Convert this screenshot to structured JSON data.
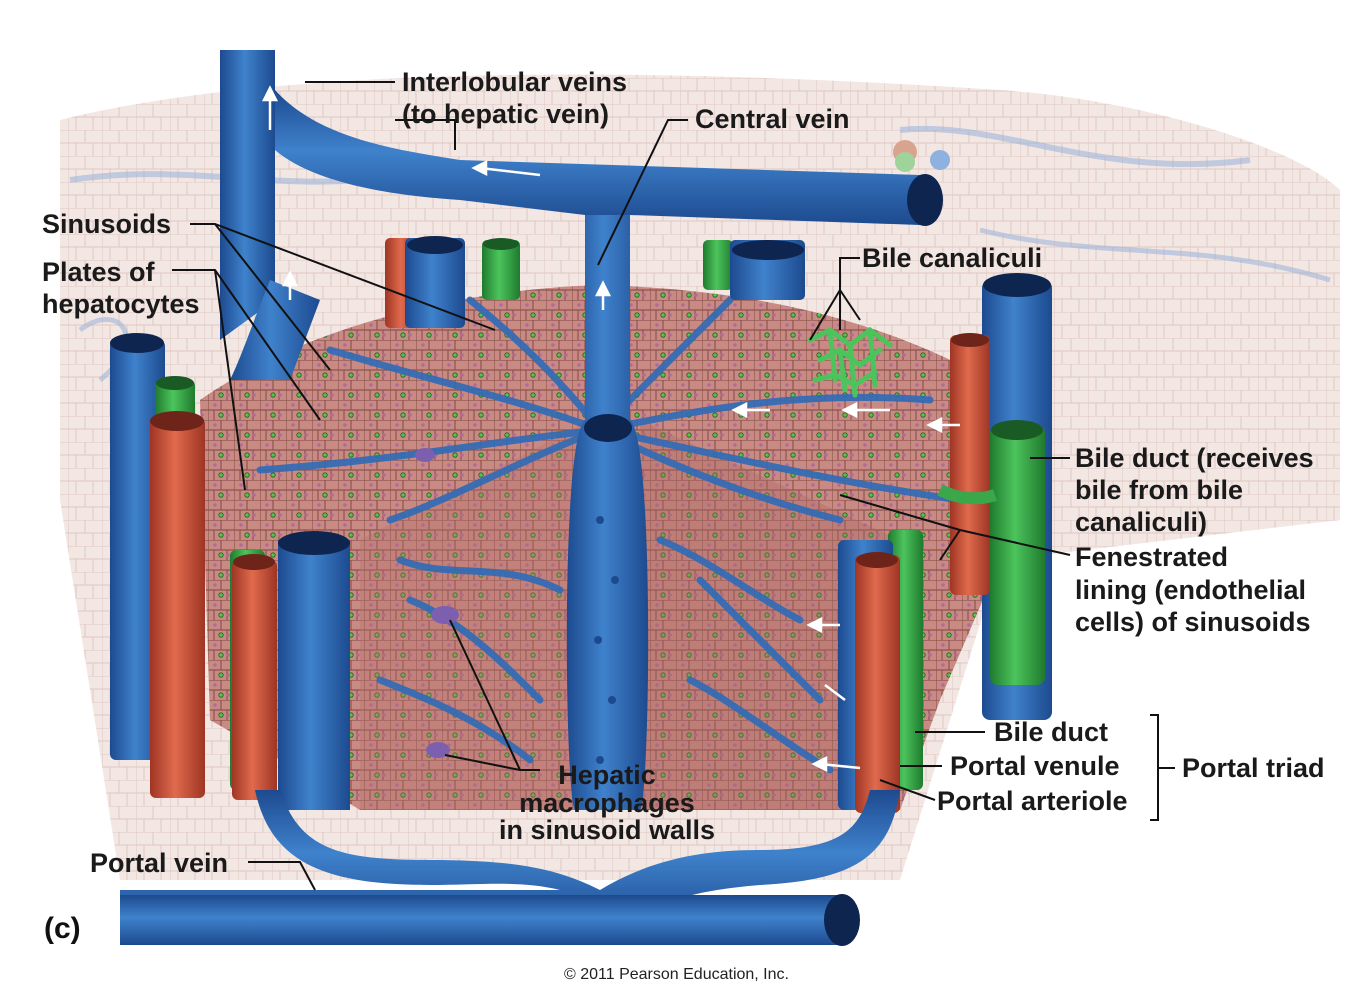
{
  "labels": {
    "interlobular_line1": "Interlobular veins",
    "interlobular_line2": "(to hepatic vein)",
    "central_vein": "Central vein",
    "sinusoids": "Sinusoids",
    "plates_line1": "Plates of",
    "plates_line2": "hepatocytes",
    "bile_canaliculi": "Bile canaliculi",
    "bile_duct_receives_line1": "Bile duct (receives",
    "bile_duct_receives_line2": "bile from bile",
    "bile_duct_receives_line3": "canaliculi)",
    "fenestrated_line1": "Fenestrated",
    "fenestrated_line2": "lining (endothelial",
    "fenestrated_line3": "cells) of sinusoids",
    "bile_duct": "Bile duct",
    "portal_venule": "Portal venule",
    "portal_arteriole": "Portal arteriole",
    "portal_triad": "Portal triad",
    "hepatic_line1": "Hepatic",
    "hepatic_line2": "macrophages",
    "hepatic_line3": "in sinusoid walls",
    "portal_vein": "Portal vein"
  },
  "panel_letter": "(c)",
  "copyright": "© 2011 Pearson Education, Inc.",
  "colors": {
    "vein_blue": "#2f6bb8",
    "vein_dark": "#1c3f7a",
    "artery_red": "#d2553b",
    "bile_green": "#3aa84a",
    "tissue_pink": "#c98a83",
    "background_tissue": "#efe0dc"
  }
}
